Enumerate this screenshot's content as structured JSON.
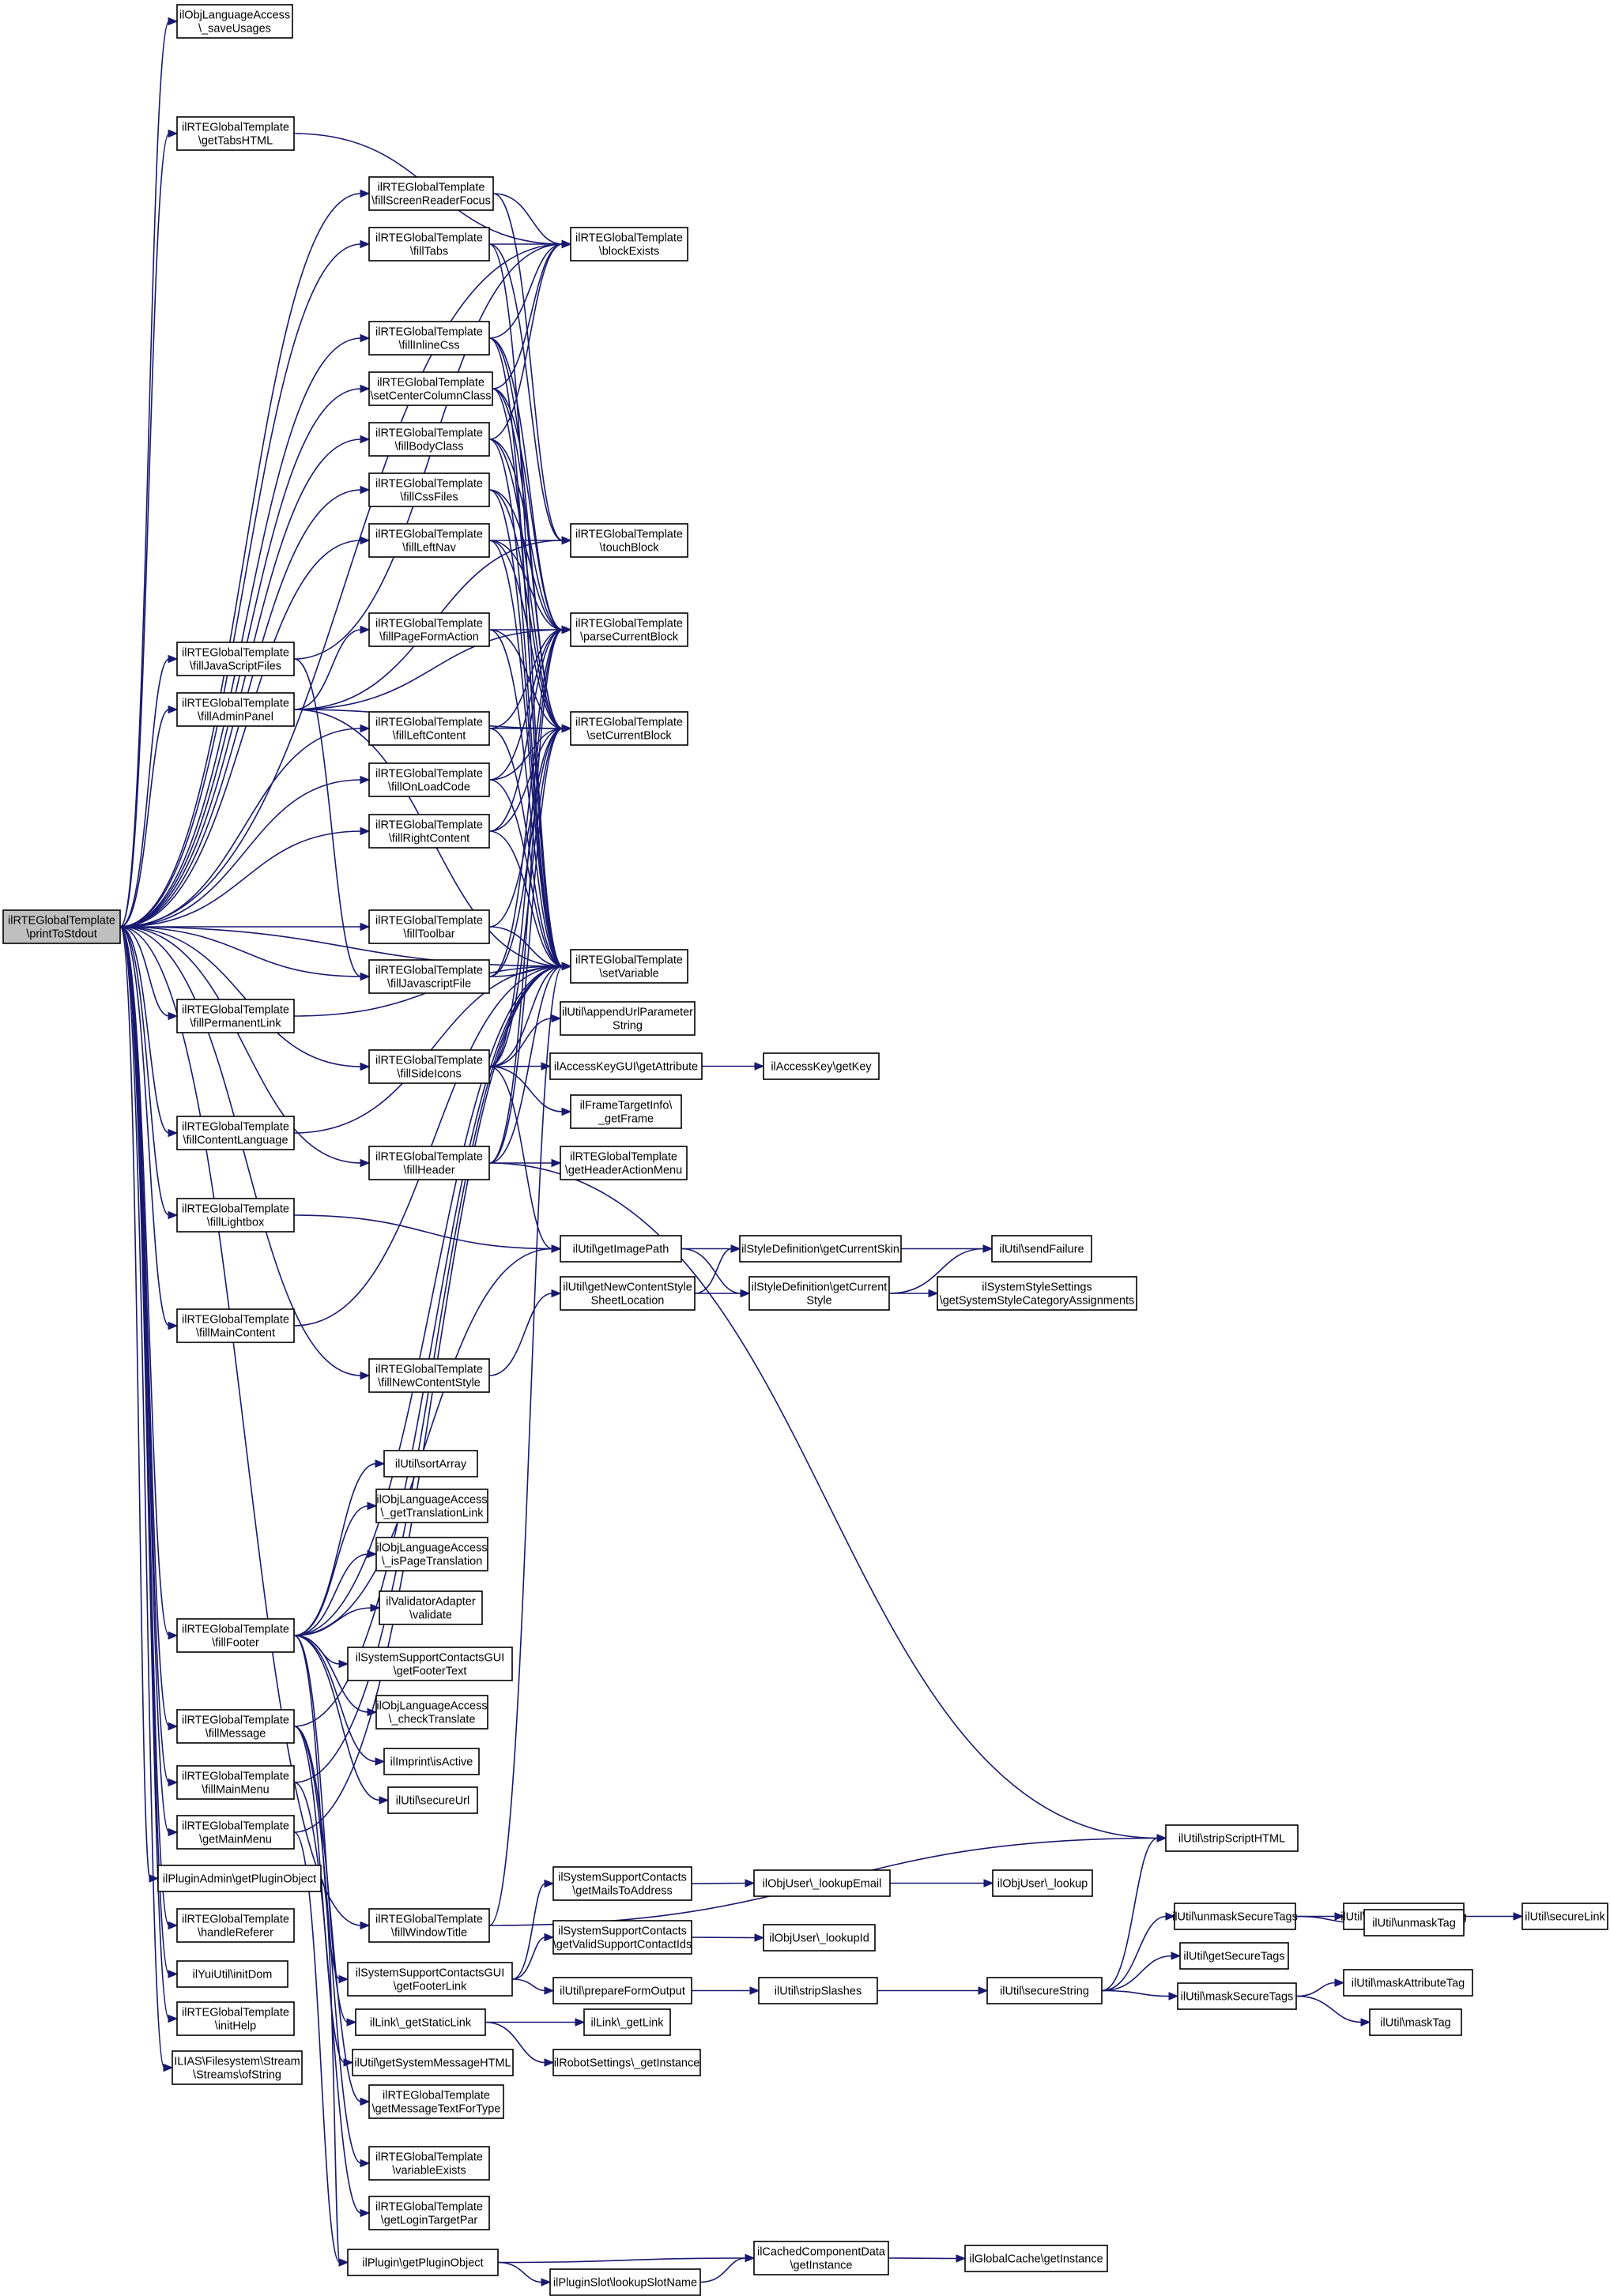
{
  "nodes": [
    {
      "id": "root",
      "lines": [
        "ilRTEGlobalTemplate",
        "\\printToStdout"
      ],
      "root": true
    },
    {
      "id": "saveUsages",
      "lines": [
        "ilObjLanguageAccess",
        "\\_saveUsages"
      ]
    },
    {
      "id": "getTabsHTML",
      "lines": [
        "ilRTEGlobalTemplate",
        "\\getTabsHTML"
      ]
    },
    {
      "id": "fillScreenReaderFocus",
      "lines": [
        "ilRTEGlobalTemplate",
        "\\fillScreenReaderFocus"
      ]
    },
    {
      "id": "fillTabs",
      "lines": [
        "ilRTEGlobalTemplate",
        "\\fillTabs"
      ]
    },
    {
      "id": "blockExists",
      "lines": [
        "ilRTEGlobalTemplate",
        "\\blockExists"
      ]
    },
    {
      "id": "fillInlineCss",
      "lines": [
        "ilRTEGlobalTemplate",
        "\\fillInlineCss"
      ]
    },
    {
      "id": "setCenterColumnClass",
      "lines": [
        "ilRTEGlobalTemplate",
        "\\setCenterColumnClass"
      ]
    },
    {
      "id": "fillBodyClass",
      "lines": [
        "ilRTEGlobalTemplate",
        "\\fillBodyClass"
      ]
    },
    {
      "id": "fillCssFiles",
      "lines": [
        "ilRTEGlobalTemplate",
        "\\fillCssFiles"
      ]
    },
    {
      "id": "fillLeftNav",
      "lines": [
        "ilRTEGlobalTemplate",
        "\\fillLeftNav"
      ]
    },
    {
      "id": "touchBlock",
      "lines": [
        "ilRTEGlobalTemplate",
        "\\touchBlock"
      ]
    },
    {
      "id": "fillPageFormAction",
      "lines": [
        "ilRTEGlobalTemplate",
        "\\fillPageFormAction"
      ]
    },
    {
      "id": "parseCurrentBlock",
      "lines": [
        "ilRTEGlobalTemplate",
        "\\parseCurrentBlock"
      ]
    },
    {
      "id": "fillJavaScriptFiles",
      "lines": [
        "ilRTEGlobalTemplate",
        "\\fillJavaScriptFiles"
      ]
    },
    {
      "id": "fillAdminPanel",
      "lines": [
        "ilRTEGlobalTemplate",
        "\\fillAdminPanel"
      ]
    },
    {
      "id": "fillLeftContent",
      "lines": [
        "ilRTEGlobalTemplate",
        "\\fillLeftContent"
      ]
    },
    {
      "id": "setCurrentBlock",
      "lines": [
        "ilRTEGlobalTemplate",
        "\\setCurrentBlock"
      ]
    },
    {
      "id": "fillOnLoadCode",
      "lines": [
        "ilRTEGlobalTemplate",
        "\\fillOnLoadCode"
      ]
    },
    {
      "id": "fillRightContent",
      "lines": [
        "ilRTEGlobalTemplate",
        "\\fillRightContent"
      ]
    },
    {
      "id": "fillToolbar",
      "lines": [
        "ilRTEGlobalTemplate",
        "\\fillToolbar"
      ]
    },
    {
      "id": "fillJavascriptFile",
      "lines": [
        "ilRTEGlobalTemplate",
        "\\fillJavascriptFile"
      ]
    },
    {
      "id": "setVariable",
      "lines": [
        "ilRTEGlobalTemplate",
        "\\setVariable"
      ]
    },
    {
      "id": "appendUrlParameterString",
      "lines": [
        "ilUtil\\appendUrlParameter",
        "String"
      ]
    },
    {
      "id": "fillPermanentLink",
      "lines": [
        "ilRTEGlobalTemplate",
        "\\fillPermanentLink"
      ]
    },
    {
      "id": "fillSideIcons",
      "lines": [
        "ilRTEGlobalTemplate",
        "\\fillSideIcons"
      ]
    },
    {
      "id": "akgGetAttribute",
      "lines": [
        "ilAccessKeyGUI\\getAttribute"
      ]
    },
    {
      "id": "akGetKey",
      "lines": [
        "ilAccessKey\\getKey"
      ]
    },
    {
      "id": "getFrame",
      "lines": [
        "ilFrameTargetInfo\\",
        "_getFrame"
      ]
    },
    {
      "id": "fillContentLanguage",
      "lines": [
        "ilRTEGlobalTemplate",
        "\\fillContentLanguage"
      ]
    },
    {
      "id": "fillHeader",
      "lines": [
        "ilRTEGlobalTemplate",
        "\\fillHeader"
      ]
    },
    {
      "id": "getHeaderActionMenu",
      "lines": [
        "ilRTEGlobalTemplate",
        "\\getHeaderActionMenu"
      ]
    },
    {
      "id": "fillLightbox",
      "lines": [
        "ilRTEGlobalTemplate",
        "\\fillLightbox"
      ]
    },
    {
      "id": "getImagePath",
      "lines": [
        "ilUtil\\getImagePath"
      ]
    },
    {
      "id": "getCurrentSkin",
      "lines": [
        "ilStyleDefinition\\getCurrentSkin"
      ]
    },
    {
      "id": "sendFailure",
      "lines": [
        "ilUtil\\sendFailure"
      ]
    },
    {
      "id": "getNewContentStyleSheetLocation",
      "lines": [
        "ilUtil\\getNewContentStyle",
        "SheetLocation"
      ]
    },
    {
      "id": "getCurrentStyle",
      "lines": [
        "ilStyleDefinition\\getCurrent",
        "Style"
      ]
    },
    {
      "id": "sysStyleAssign",
      "lines": [
        "ilSystemStyleSettings",
        "\\getSystemStyleCategoryAssignments"
      ]
    },
    {
      "id": "fillMainContent",
      "lines": [
        "ilRTEGlobalTemplate",
        "\\fillMainContent"
      ]
    },
    {
      "id": "fillNewContentStyle",
      "lines": [
        "ilRTEGlobalTemplate",
        "\\fillNewContentStyle"
      ]
    },
    {
      "id": "sortArray",
      "lines": [
        "ilUtil\\sortArray"
      ]
    },
    {
      "id": "getTranslationLink",
      "lines": [
        "ilObjLanguageAccess",
        "\\_getTranslationLink"
      ]
    },
    {
      "id": "isPageTranslation",
      "lines": [
        "ilObjLanguageAccess",
        "\\_isPageTranslation"
      ]
    },
    {
      "id": "validate",
      "lines": [
        "ilValidatorAdapter",
        "\\validate"
      ]
    },
    {
      "id": "fillFooter",
      "lines": [
        "ilRTEGlobalTemplate",
        "\\fillFooter"
      ]
    },
    {
      "id": "getFooterText",
      "lines": [
        "ilSystemSupportContactsGUI",
        "\\getFooterText"
      ]
    },
    {
      "id": "checkTranslate",
      "lines": [
        "ilObjLanguageAccess",
        "\\_checkTranslate"
      ]
    },
    {
      "id": "isActive",
      "lines": [
        "ilImprint\\isActive"
      ]
    },
    {
      "id": "fillMessage",
      "lines": [
        "ilRTEGlobalTemplate",
        "\\fillMessage"
      ]
    },
    {
      "id": "secureUrl",
      "lines": [
        "ilUtil\\secureUrl"
      ]
    },
    {
      "id": "fillMainMenu",
      "lines": [
        "ilRTEGlobalTemplate",
        "\\fillMainMenu"
      ]
    },
    {
      "id": "stripScriptHTML",
      "lines": [
        "ilUtil\\stripScriptHTML"
      ]
    },
    {
      "id": "getMainMenu",
      "lines": [
        "ilRTEGlobalTemplate",
        "\\getMainMenu"
      ]
    },
    {
      "id": "getPluginObject",
      "lines": [
        "ilPluginAdmin\\getPluginObject"
      ]
    },
    {
      "id": "getMailsToAddress",
      "lines": [
        "ilSystemSupportContacts",
        "\\getMailsToAddress"
      ]
    },
    {
      "id": "lookupEmail",
      "lines": [
        "ilObjUser\\_lookupEmail"
      ]
    },
    {
      "id": "lookup",
      "lines": [
        "ilObjUser\\_lookup"
      ]
    },
    {
      "id": "unmaskAttributeTag",
      "lines": [
        "ilUtil\\unmaskAttributeTag"
      ]
    },
    {
      "id": "secureLink",
      "lines": [
        "ilUtil\\secureLink"
      ]
    },
    {
      "id": "handleReferer",
      "lines": [
        "ilRTEGlobalTemplate",
        "\\handleReferer"
      ]
    },
    {
      "id": "fillWindowTitle",
      "lines": [
        "ilRTEGlobalTemplate",
        "\\fillWindowTitle"
      ]
    },
    {
      "id": "unmaskSecureTags",
      "lines": [
        "ilUtil\\unmaskSecureTags"
      ]
    },
    {
      "id": "unmaskTag",
      "lines": [
        "ilUtil\\unmaskTag"
      ]
    },
    {
      "id": "getValidSupportContactIds",
      "lines": [
        "ilSystemSupportContacts",
        "\\getValidSupportContactIds"
      ]
    },
    {
      "id": "lookupId",
      "lines": [
        "ilObjUser\\_lookupId"
      ]
    },
    {
      "id": "initDom",
      "lines": [
        "ilYuiUtil\\initDom"
      ]
    },
    {
      "id": "getFooterLink",
      "lines": [
        "ilSystemSupportContactsGUI",
        "\\getFooterLink"
      ]
    },
    {
      "id": "getSecureTags",
      "lines": [
        "ilUtil\\getSecureTags"
      ]
    },
    {
      "id": "secureString",
      "lines": [
        "ilUtil\\secureString"
      ]
    },
    {
      "id": "prepareFormOutput",
      "lines": [
        "ilUtil\\prepareFormOutput"
      ]
    },
    {
      "id": "stripSlashes",
      "lines": [
        "ilUtil\\stripSlashes"
      ]
    },
    {
      "id": "maskSecureTags",
      "lines": [
        "ilUtil\\maskSecureTags"
      ]
    },
    {
      "id": "maskAttributeTag",
      "lines": [
        "ilUtil\\maskAttributeTag"
      ]
    },
    {
      "id": "initHelp",
      "lines": [
        "ilRTEGlobalTemplate",
        "\\initHelp"
      ]
    },
    {
      "id": "maskTag",
      "lines": [
        "ilUtil\\maskTag"
      ]
    },
    {
      "id": "getStaticLink",
      "lines": [
        "ilLink\\_getStaticLink"
      ]
    },
    {
      "id": "getLink",
      "lines": [
        "ilLink\\_getLink"
      ]
    },
    {
      "id": "ofString",
      "lines": [
        "ILIAS\\Filesystem\\Stream",
        "\\Streams\\ofString"
      ]
    },
    {
      "id": "robotGetInstance",
      "lines": [
        "ilRobotSettings\\_getInstance"
      ]
    },
    {
      "id": "getSystemMessageHTML",
      "lines": [
        "ilUtil\\getSystemMessageHTML"
      ]
    },
    {
      "id": "getMessageTextForType",
      "lines": [
        "ilRTEGlobalTemplate",
        "\\getMessageTextForType"
      ]
    },
    {
      "id": "variableExists",
      "lines": [
        "ilRTEGlobalTemplate",
        "\\variableExists"
      ]
    },
    {
      "id": "getLoginTargetPar",
      "lines": [
        "ilRTEGlobalTemplate",
        "\\getLoginTargetPar"
      ]
    },
    {
      "id": "ccdGetInstance",
      "lines": [
        "ilCachedComponentData",
        "\\getInstance"
      ]
    },
    {
      "id": "gcGetInstance",
      "lines": [
        "ilGlobalCache\\getInstance"
      ]
    },
    {
      "id": "pluginGetPluginObject",
      "lines": [
        "ilPlugin\\getPluginObject"
      ]
    },
    {
      "id": "lookupSlotName",
      "lines": [
        "ilPluginSlot\\lookupSlotName"
      ]
    }
  ],
  "edges": [
    [
      "root",
      "saveUsages"
    ],
    [
      "root",
      "getTabsHTML"
    ],
    [
      "root",
      "fillScreenReaderFocus"
    ],
    [
      "root",
      "fillTabs"
    ],
    [
      "root",
      "blockExists"
    ],
    [
      "root",
      "fillInlineCss"
    ],
    [
      "root",
      "setCenterColumnClass"
    ],
    [
      "root",
      "fillBodyClass"
    ],
    [
      "root",
      "fillCssFiles"
    ],
    [
      "root",
      "fillLeftNav"
    ],
    [
      "root",
      "fillJavaScriptFiles"
    ],
    [
      "root",
      "fillAdminPanel"
    ],
    [
      "root",
      "fillLeftContent"
    ],
    [
      "root",
      "fillOnLoadCode"
    ],
    [
      "root",
      "fillRightContent"
    ],
    [
      "root",
      "fillToolbar"
    ],
    [
      "root",
      "fillJavascriptFile"
    ],
    [
      "root",
      "setVariable"
    ],
    [
      "root",
      "fillPermanentLink"
    ],
    [
      "root",
      "fillSideIcons"
    ],
    [
      "root",
      "fillContentLanguage"
    ],
    [
      "root",
      "fillHeader"
    ],
    [
      "root",
      "fillLightbox"
    ],
    [
      "root",
      "fillMainContent"
    ],
    [
      "root",
      "fillNewContentStyle"
    ],
    [
      "root",
      "fillFooter"
    ],
    [
      "root",
      "fillMessage"
    ],
    [
      "root",
      "fillMainMenu"
    ],
    [
      "root",
      "getMainMenu"
    ],
    [
      "root",
      "getPluginObject"
    ],
    [
      "root",
      "handleReferer"
    ],
    [
      "root",
      "fillWindowTitle"
    ],
    [
      "root",
      "initDom"
    ],
    [
      "root",
      "initHelp"
    ],
    [
      "root",
      "ofString"
    ],
    [
      "getTabsHTML",
      "blockExists"
    ],
    [
      "fillScreenReaderFocus",
      "blockExists"
    ],
    [
      "fillScreenReaderFocus",
      "touchBlock"
    ],
    [
      "fillTabs",
      "blockExists"
    ],
    [
      "fillTabs",
      "touchBlock"
    ],
    [
      "fillTabs",
      "setVariable"
    ],
    [
      "fillInlineCss",
      "blockExists"
    ],
    [
      "fillInlineCss",
      "parseCurrentBlock"
    ],
    [
      "fillInlineCss",
      "setCurrentBlock"
    ],
    [
      "fillInlineCss",
      "setVariable"
    ],
    [
      "setCenterColumnClass",
      "blockExists"
    ],
    [
      "setCenterColumnClass",
      "parseCurrentBlock"
    ],
    [
      "setCenterColumnClass",
      "setCurrentBlock"
    ],
    [
      "setCenterColumnClass",
      "setVariable"
    ],
    [
      "fillBodyClass",
      "blockExists"
    ],
    [
      "fillBodyClass",
      "parseCurrentBlock"
    ],
    [
      "fillBodyClass",
      "setCurrentBlock"
    ],
    [
      "fillBodyClass",
      "setVariable"
    ],
    [
      "fillCssFiles",
      "parseCurrentBlock"
    ],
    [
      "fillCssFiles",
      "setCurrentBlock"
    ],
    [
      "fillCssFiles",
      "setVariable"
    ],
    [
      "fillLeftNav",
      "touchBlock"
    ],
    [
      "fillLeftNav",
      "parseCurrentBlock"
    ],
    [
      "fillLeftNav",
      "setCurrentBlock"
    ],
    [
      "fillLeftNav",
      "setVariable"
    ],
    [
      "fillJavaScriptFiles",
      "blockExists"
    ],
    [
      "fillJavaScriptFiles",
      "fillJavascriptFile"
    ],
    [
      "fillAdminPanel",
      "touchBlock"
    ],
    [
      "fillAdminPanel",
      "fillPageFormAction"
    ],
    [
      "fillAdminPanel",
      "parseCurrentBlock"
    ],
    [
      "fillAdminPanel",
      "setCurrentBlock"
    ],
    [
      "fillAdminPanel",
      "setVariable"
    ],
    [
      "fillPageFormAction",
      "parseCurrentBlock"
    ],
    [
      "fillPageFormAction",
      "setCurrentBlock"
    ],
    [
      "fillPageFormAction",
      "setVariable"
    ],
    [
      "fillLeftContent",
      "parseCurrentBlock"
    ],
    [
      "fillLeftContent",
      "setCurrentBlock"
    ],
    [
      "fillLeftContent",
      "setVariable"
    ],
    [
      "fillOnLoadCode",
      "parseCurrentBlock"
    ],
    [
      "fillOnLoadCode",
      "setCurrentBlock"
    ],
    [
      "fillOnLoadCode",
      "setVariable"
    ],
    [
      "fillRightContent",
      "parseCurrentBlock"
    ],
    [
      "fillRightContent",
      "setCurrentBlock"
    ],
    [
      "fillRightContent",
      "setVariable"
    ],
    [
      "fillToolbar",
      "setCurrentBlock"
    ],
    [
      "fillToolbar",
      "setVariable"
    ],
    [
      "fillJavascriptFile",
      "parseCurrentBlock"
    ],
    [
      "fillJavascriptFile",
      "setCurrentBlock"
    ],
    [
      "fillJavascriptFile",
      "setVariable"
    ],
    [
      "fillPermanentLink",
      "setVariable"
    ],
    [
      "fillSideIcons",
      "parseCurrentBlock"
    ],
    [
      "fillSideIcons",
      "setCurrentBlock"
    ],
    [
      "fillSideIcons",
      "setVariable"
    ],
    [
      "fillSideIcons",
      "appendUrlParameterString"
    ],
    [
      "fillSideIcons",
      "akgGetAttribute"
    ],
    [
      "fillSideIcons",
      "getFrame"
    ],
    [
      "fillSideIcons",
      "getImagePath"
    ],
    [
      "akgGetAttribute",
      "akGetKey"
    ],
    [
      "fillContentLanguage",
      "setVariable"
    ],
    [
      "fillHeader",
      "parseCurrentBlock"
    ],
    [
      "fillHeader",
      "setCurrentBlock"
    ],
    [
      "fillHeader",
      "setVariable"
    ],
    [
      "fillHeader",
      "getHeaderActionMenu"
    ],
    [
      "fillHeader",
      "stripScriptHTML"
    ],
    [
      "fillLightbox",
      "getImagePath"
    ],
    [
      "getImagePath",
      "getCurrentSkin"
    ],
    [
      "getImagePath",
      "getCurrentStyle"
    ],
    [
      "getCurrentSkin",
      "sendFailure"
    ],
    [
      "getCurrentStyle",
      "sendFailure"
    ],
    [
      "getCurrentStyle",
      "sysStyleAssign"
    ],
    [
      "getNewContentStyleSheetLocation",
      "getCurrentSkin"
    ],
    [
      "getNewContentStyleSheetLocation",
      "getCurrentStyle"
    ],
    [
      "fillMainContent",
      "setVariable"
    ],
    [
      "fillNewContentStyle",
      "getNewContentStyleSheetLocation"
    ],
    [
      "fillFooter",
      "sortArray"
    ],
    [
      "fillFooter",
      "getTranslationLink"
    ],
    [
      "fillFooter",
      "isPageTranslation"
    ],
    [
      "fillFooter",
      "validate"
    ],
    [
      "fillFooter",
      "getFooterText"
    ],
    [
      "fillFooter",
      "checkTranslate"
    ],
    [
      "fillFooter",
      "isActive"
    ],
    [
      "fillFooter",
      "secureUrl"
    ],
    [
      "fillFooter",
      "setVariable"
    ],
    [
      "fillFooter",
      "getFooterLink"
    ],
    [
      "fillFooter",
      "getStaticLink"
    ],
    [
      "fillFooter",
      "getImagePath"
    ],
    [
      "fillMessage",
      "setVariable"
    ],
    [
      "fillMessage",
      "getSystemMessageHTML"
    ],
    [
      "fillMessage",
      "getMessageTextForType"
    ],
    [
      "fillMessage",
      "variableExists"
    ],
    [
      "fillMainMenu",
      "setVariable"
    ],
    [
      "fillMainMenu",
      "getLoginTargetPar"
    ],
    [
      "getMainMenu",
      "setVariable"
    ],
    [
      "getMainMenu",
      "pluginGetPluginObject"
    ],
    [
      "getPluginObject",
      "pluginGetPluginObject"
    ],
    [
      "fillWindowTitle",
      "stripScriptHTML"
    ],
    [
      "fillWindowTitle",
      "setVariable"
    ],
    [
      "getMailsToAddress",
      "lookupEmail"
    ],
    [
      "lookupEmail",
      "lookup"
    ],
    [
      "getValidSupportContactIds",
      "lookupId"
    ],
    [
      "getFooterLink",
      "getMailsToAddress"
    ],
    [
      "getFooterLink",
      "getValidSupportContactIds"
    ],
    [
      "getFooterLink",
      "prepareFormOutput"
    ],
    [
      "prepareFormOutput",
      "stripSlashes"
    ],
    [
      "stripSlashes",
      "secureString"
    ],
    [
      "secureString",
      "stripScriptHTML"
    ],
    [
      "secureString",
      "unmaskSecureTags"
    ],
    [
      "secureString",
      "getSecureTags"
    ],
    [
      "secureString",
      "maskSecureTags"
    ],
    [
      "unmaskSecureTags",
      "unmaskAttributeTag"
    ],
    [
      "unmaskSecureTags",
      "unmaskTag"
    ],
    [
      "unmaskAttributeTag",
      "secureLink"
    ],
    [
      "maskSecureTags",
      "maskAttributeTag"
    ],
    [
      "maskSecureTags",
      "maskTag"
    ],
    [
      "getStaticLink",
      "getLink"
    ],
    [
      "getStaticLink",
      "robotGetInstance"
    ],
    [
      "pluginGetPluginObject",
      "ccdGetInstance"
    ],
    [
      "pluginGetPluginObject",
      "lookupSlotName"
    ],
    [
      "lookupSlotName",
      "ccdGetInstance"
    ],
    [
      "ccdGetInstance",
      "gcGetInstance"
    ]
  ]
}
